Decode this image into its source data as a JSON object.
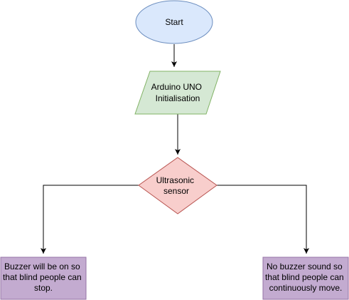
{
  "nodes": {
    "start": {
      "lines": [
        "Start"
      ],
      "fill": "#dae8fc",
      "stroke": "#6c8ebf"
    },
    "init": {
      "lines": [
        "Arduino UNO",
        "Initialisation"
      ],
      "fill": "#d5e8d4",
      "stroke": "#82b366"
    },
    "sensor": {
      "lines": [
        "Ultrasonic",
        "sensor"
      ],
      "fill": "#f8cecc",
      "stroke": "#b85450"
    },
    "buzzer_on": {
      "lines": [
        "Buzzer will be on so",
        "that blind people can",
        "stop."
      ],
      "fill": "#c3abd0",
      "stroke": "#9673a6"
    },
    "no_buzzer": {
      "lines": [
        "No buzzer sound so",
        "that blind people can",
        "continuously move."
      ],
      "fill": "#c3abd0",
      "stroke": "#9673a6"
    }
  },
  "edge_color": "#000000"
}
